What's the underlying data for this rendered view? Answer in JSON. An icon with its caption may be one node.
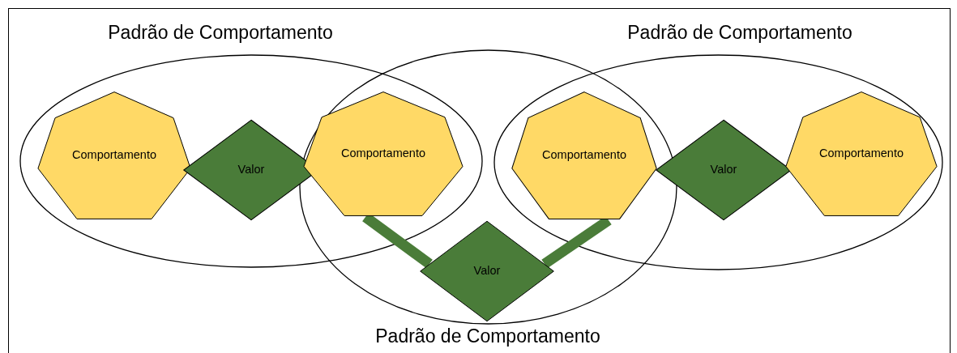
{
  "diagram": {
    "nodes": [
      {
        "text": [
          "Padrão de Comportamento"
        ]
      },
      {
        "text": [
          "Padrão de Comportamento"
        ]
      },
      {
        "text": [
          "Padrão de Comportamento"
        ]
      },
      {
        "text": [
          "Comportamento"
        ],
        "in": 0
      },
      {
        "text": [
          "Valor"
        ],
        "in": 0
      },
      {
        "text": [
          "Comportamento"
        ]
      },
      {
        "text": [
          "Comportamento"
        ]
      },
      {
        "text": [
          "Valor"
        ],
        "in": 2
      },
      {
        "text": [
          "Comportamento"
        ],
        "in": 2
      },
      {
        "text": [
          "Valor"
        ],
        "in": 1
      }
    ],
    "edges": [
      {
        "from": 9,
        "to": 5,
        "arrow": "none",
        "color": "#4a7c39"
      },
      {
        "from": 9,
        "to": 6,
        "arrow": "none",
        "color": "#4a7c39"
      }
    ]
  }
}
